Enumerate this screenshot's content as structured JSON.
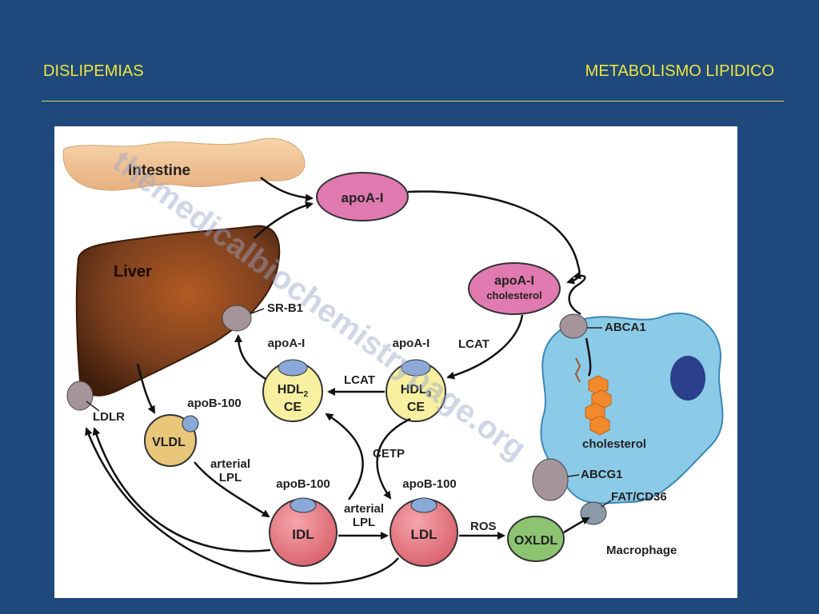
{
  "slide": {
    "header_left": "DISLIPEMIAS",
    "header_right": "METABOLISMO LIPIDICO"
  },
  "diagram": {
    "watermark": "themedicalbiochemistrypage.org",
    "organs": {
      "intestine": "Intestine",
      "liver": "Liver",
      "macrophage": "Macrophage"
    },
    "receptors": {
      "srb1": "SR-B1",
      "ldlr": "LDLR",
      "abca1": "ABCA1",
      "abcg1": "ABCG1",
      "fat_cd36": "FAT/CD36"
    },
    "particles": {
      "apoa1": "apoA-I",
      "apoa1_chol_top": "apoA-I",
      "apoa1_chol_bottom": "cholesterol",
      "hdl2_main": "HDL",
      "hdl2_sub": "2",
      "hdl2_ce": "CE",
      "hdl3_main": "HDL",
      "hdl3_sub": "3",
      "hdl3_ce": "CE",
      "vldl": "VLDL",
      "idl": "IDL",
      "ldl": "LDL",
      "oxldl": "OXLDL"
    },
    "apo_labels": {
      "hdl2_apo": "apoA-I",
      "hdl3_apo": "apoA-I",
      "vldl_apo": "apoB-100",
      "idl_apo": "apoB-100",
      "ldl_apo": "apoB-100"
    },
    "process_labels": {
      "lcat_upper": "LCAT",
      "lcat_mid": "LCAT",
      "cetp": "CETP",
      "arterial_lpl_1a": "arterial",
      "arterial_lpl_1b": "LPL",
      "arterial_lpl_2a": "arterial",
      "arterial_lpl_2b": "LPL",
      "ros": "ROS",
      "cholesterol": "cholesterol"
    },
    "colors": {
      "background": "#1f497d",
      "header_text": "#f0e63c",
      "apoa1_fill": "#e07ab0",
      "hdl_fill": "#f7f0a0",
      "vldl_fill": "#e8c67a",
      "ldl_fill": "#e07d85",
      "oxldl_fill": "#8cc471",
      "receptor_fill": "#a5959b",
      "macrophage_fill": "#8ccbe8",
      "nucleus_fill": "#2b3f8c",
      "liver_fill": "#7a3f1e",
      "intestine_fill": "#f2c99a",
      "cholesterol_fill": "#f28a2c"
    }
  }
}
